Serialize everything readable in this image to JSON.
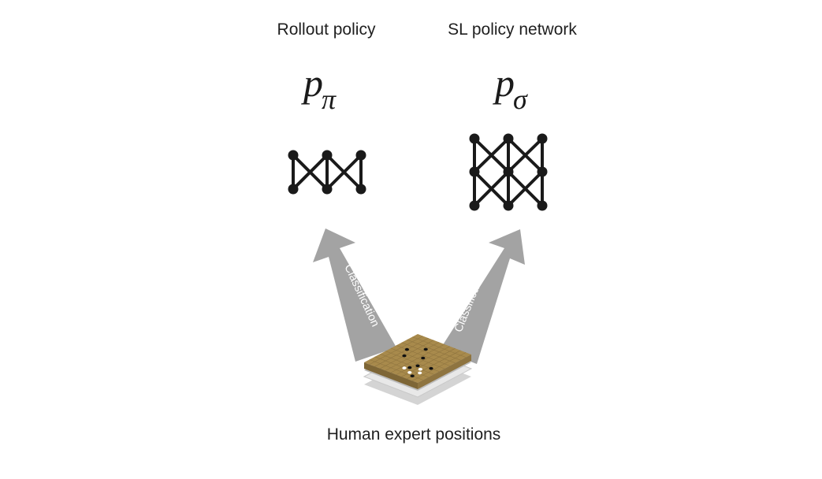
{
  "policies": [
    {
      "title": "Rollout policy",
      "symbol_base": "p",
      "symbol_sub": "π",
      "arrow_label": "Classification"
    },
    {
      "title": "SL policy network",
      "symbol_base": "p",
      "symbol_sub": "σ",
      "arrow_label": "Classification"
    }
  ],
  "caption": "Human expert positions",
  "colors": {
    "arrow": "#a3a3a3",
    "arrow_text": "#ffffff",
    "network": "#1a1a1a",
    "board_top": "#a88a4c",
    "board_edge": "#7e6636",
    "board_layer": "#d9d9d9"
  },
  "icons": [
    "rollout-network-icon",
    "sl-network-icon",
    "go-board-icon",
    "arrow-icon"
  ]
}
